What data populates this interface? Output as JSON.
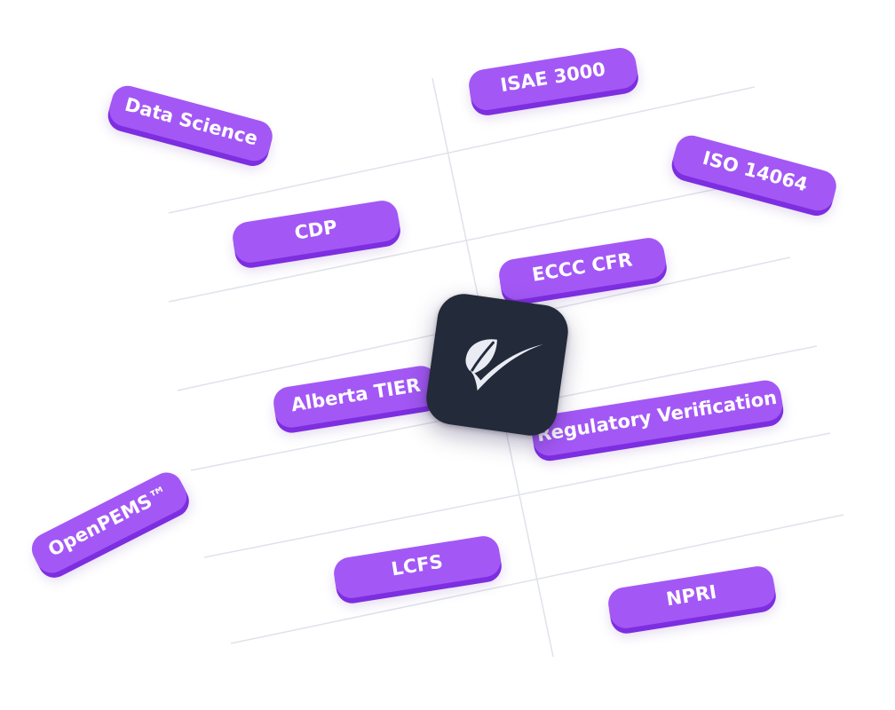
{
  "tags": {
    "data_science": "Data Science",
    "isae_3000": "ISAE 3000",
    "iso_14064": "ISO 14064",
    "cdp": "CDP",
    "eccc_cfr": "ECCC CFR",
    "alberta_tier": "Alberta TIER",
    "regulatory_verification": "Regulatory Verification",
    "openpems": "OpenPEMS™",
    "lcfs": "LCFS",
    "npri": "NPRI"
  },
  "colors": {
    "tag_fill": "#a358f5",
    "tag_edge": "#7d2ee0",
    "logo_tile": "#232a3a",
    "logo_mark": "#e9ecf3",
    "grid_line": "#dfe2ea"
  },
  "logo": {
    "icon": "leaf-check-icon"
  }
}
